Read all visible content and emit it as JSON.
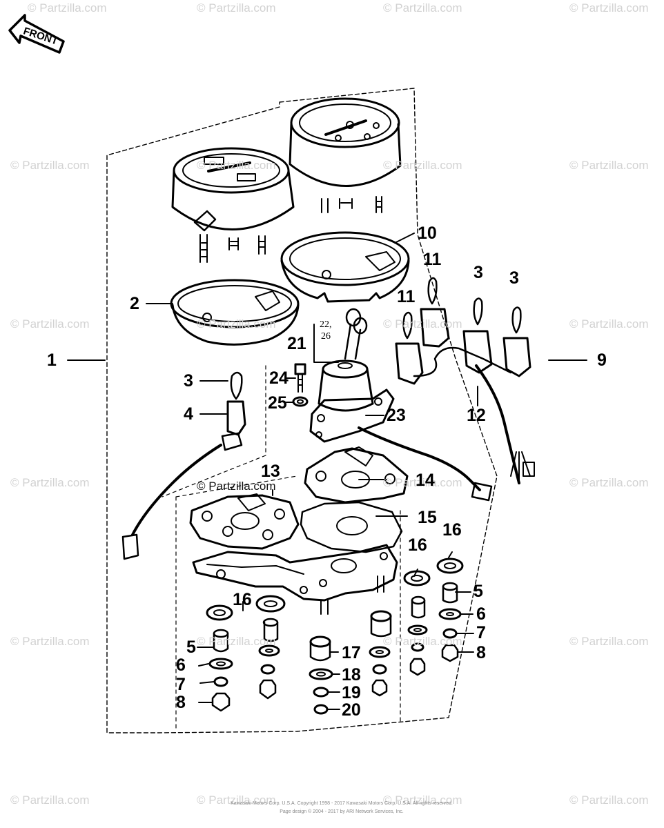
{
  "watermark_text": "© Partzilla.com",
  "front_label": "FRONT",
  "credit": "© Partzilla.com",
  "footer": {
    "line1": "Kawasaki Motors Corp. U.S.A. Copyright 1998 - 2017 Kawasaki Motors Corp. U.S.A. All rights reserved.",
    "line2": "Page design © 2004 - 2017 by ARI Network Services, Inc."
  },
  "callouts": {
    "c1": "1",
    "c2": "2",
    "c3a": "3",
    "c3b": "3",
    "c3c": "3",
    "c4": "4",
    "c5a": "5",
    "c5b": "5",
    "c6a": "6",
    "c6b": "6",
    "c7a": "7",
    "c7b": "7",
    "c8a": "8",
    "c8b": "8",
    "c9": "9",
    "c10": "10",
    "c11a": "11",
    "c11b": "11",
    "c12": "12",
    "c13": "13",
    "c14": "14",
    "c15": "15",
    "c16a": "16",
    "c16b": "16",
    "c16c": "16",
    "c17": "17",
    "c18": "18",
    "c19": "19",
    "c20": "20",
    "c21": "21",
    "c22": "22,",
    "c26": "26",
    "c23": "23",
    "c24": "24",
    "c25": "25"
  }
}
